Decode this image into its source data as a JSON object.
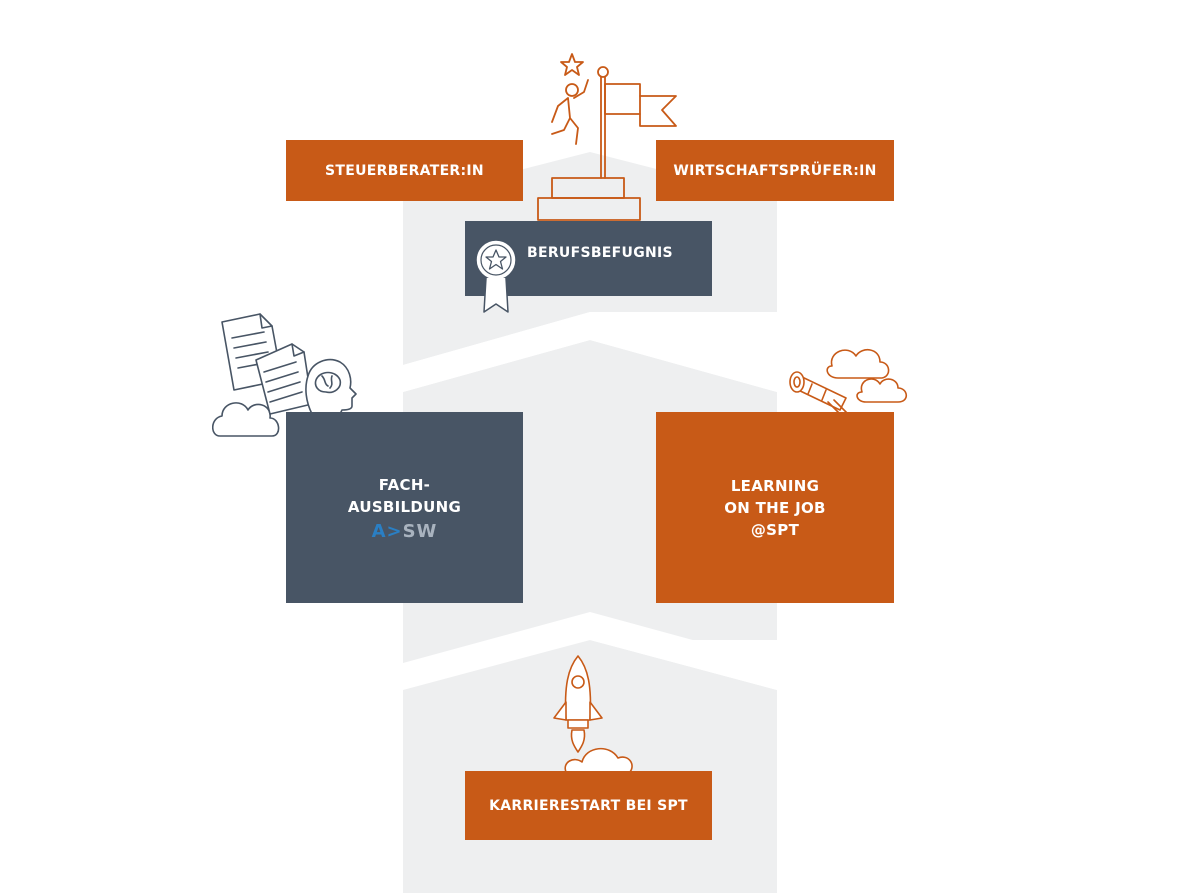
{
  "colors": {
    "orange": "#c85a17",
    "slate": "#485565",
    "path": "#eeeff0",
    "logo_blue": "#2a7fc4",
    "logo_grey": "#a9b3bf"
  },
  "boxes": {
    "steuerberater": "STEUERBERATER:IN",
    "wirtschaftspruefer": "WIRTSCHAFTSPRÜFER:IN",
    "berufsbefugnis": "BERUFSBEFUGNIS",
    "fachausbildung": {
      "line1": "FACH-",
      "line2": "AUSBILDUNG"
    },
    "logo": {
      "a": "A",
      "arrow": ">",
      "sw": "SW"
    },
    "learning": {
      "line1": "LEARNING",
      "line2": "ON THE JOB",
      "line3": "@SPT"
    },
    "karrierestart": "KARRIERESTART BEI SPT"
  },
  "icons": {
    "top": "climber-flag-podium-icon",
    "badge": "award-badge-icon",
    "documents": "documents-brain-cloud-icon",
    "telescope": "telescope-clouds-icon",
    "rocket": "rocket-cloud-icon"
  }
}
